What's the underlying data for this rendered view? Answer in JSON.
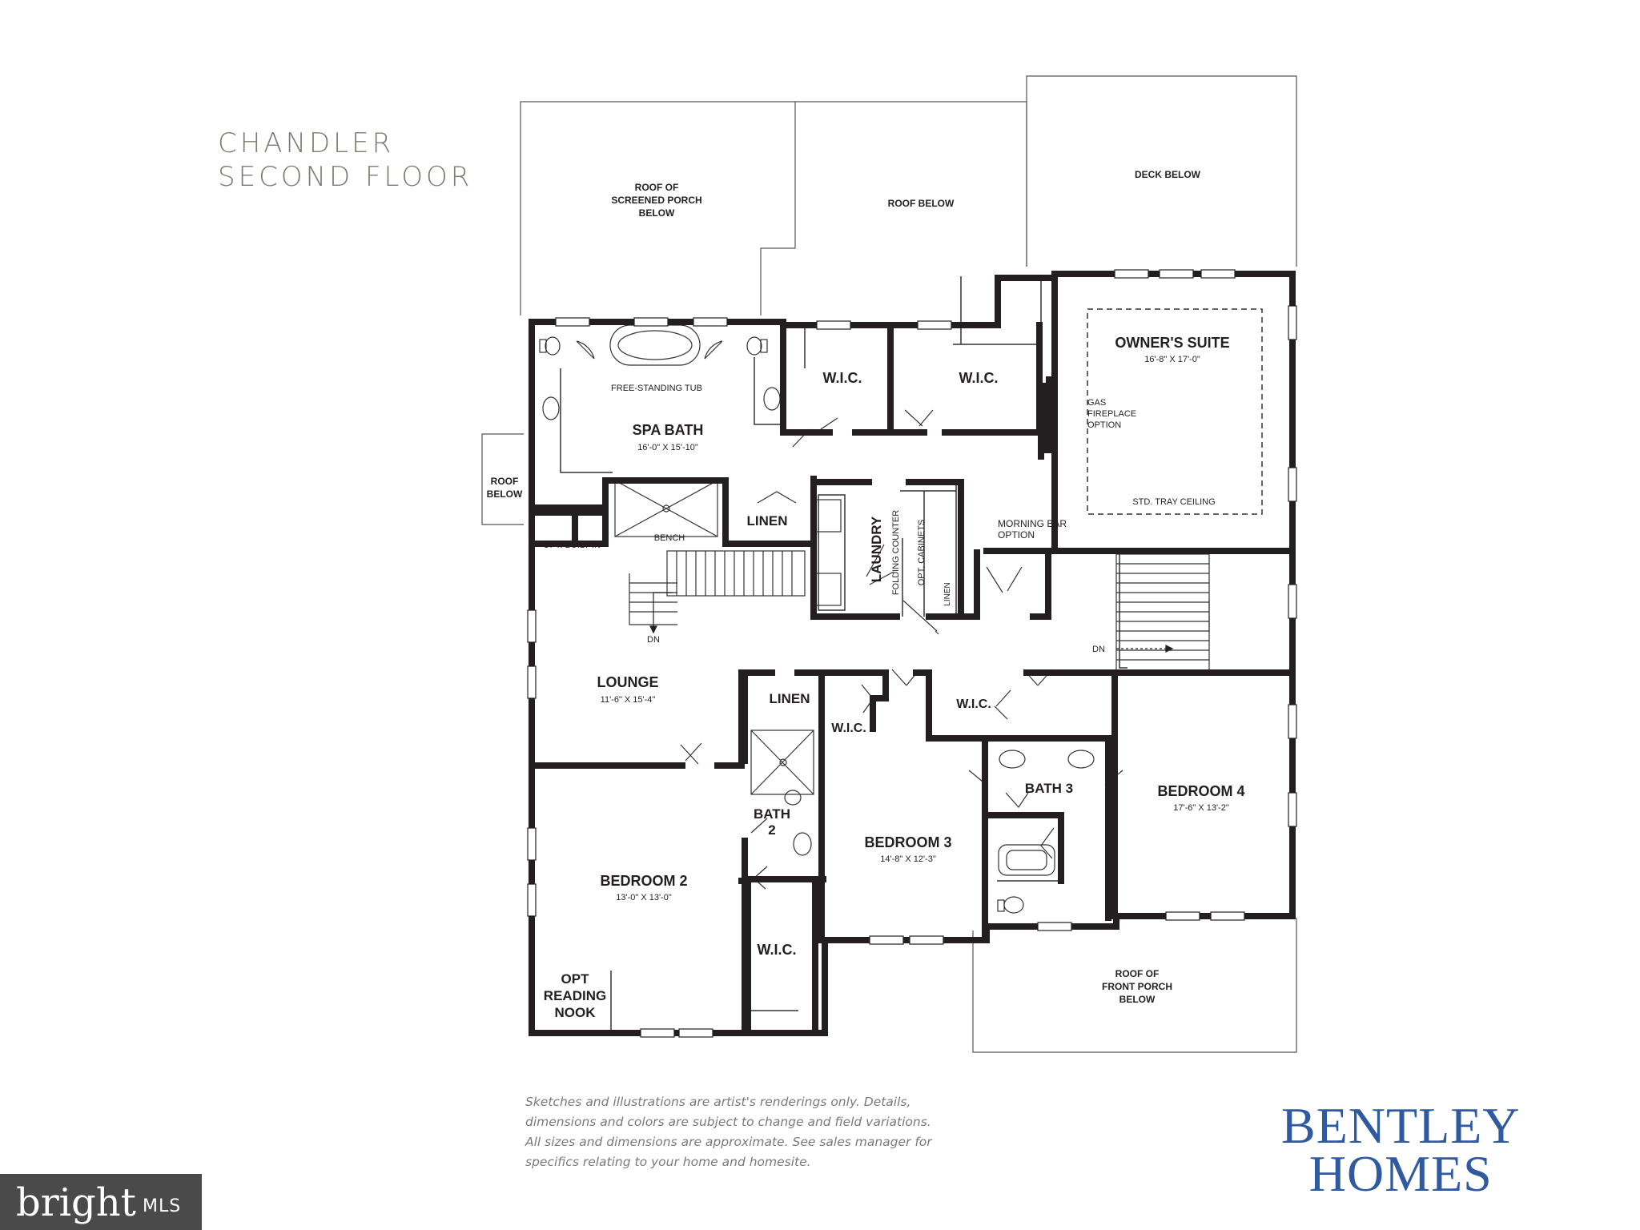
{
  "title": {
    "line1": "CHANDLER",
    "line2": "SECOND FLOOR"
  },
  "rooms": {
    "owners_suite": {
      "name": "OWNER'S SUITE",
      "dims": "16'-8\" X 17'-0\""
    },
    "spa_bath": {
      "name": "SPA BATH",
      "dims": "16'-0\" X 15'-10\""
    },
    "lounge": {
      "name": "LOUNGE",
      "dims": "11'-6\" X 15'-4\""
    },
    "bedroom2": {
      "name": "BEDROOM 2",
      "dims": "13'-0\" X 13'-0\""
    },
    "bedroom3": {
      "name": "BEDROOM 3",
      "dims": "14'-8\" X 12'-3\""
    },
    "bedroom4": {
      "name": "BEDROOM 4",
      "dims": "17'-6\" X 13'-2\""
    }
  },
  "labels": {
    "roof_screened": [
      "ROOF OF",
      "SCREENED PORCH",
      "BELOW"
    ],
    "roof_below": "ROOF BELOW",
    "deck_below": "DECK BELOW",
    "roof_below_side": [
      "ROOF",
      "BELOW"
    ],
    "roof_front": [
      "ROOF OF",
      "FRONT PORCH",
      "BELOW"
    ],
    "wic": "W.I.C.",
    "tub": "FREE-STANDING TUB",
    "linen": "LINEN",
    "bench": "BENCH",
    "opt_built_in": "OPT. BUILT-IN",
    "laundry": "LAUNDRY",
    "folding_counter": "FOLDING COUNTER",
    "opt_cabinets": "OPT. CABINETS",
    "morning_bar": [
      "MORNING BAR",
      "OPTION"
    ],
    "fireplace": [
      "GAS",
      "FIREPLACE",
      "OPTION"
    ],
    "tray_ceiling": "STD. TRAY CEILING",
    "dn": "DN",
    "bath2": [
      "BATH",
      "2"
    ],
    "bath3": "BATH 3",
    "reading_nook": [
      "OPT",
      "READING",
      "NOOK"
    ]
  },
  "disclaimer": "Sketches and illustrations are artist's renderings only. Details, dimensions and colors are subject to change and field variations. All sizes and dimensions are approximate. See sales manager for specifics relating to your home and homesite.",
  "brand": {
    "line1": "BENTLEY",
    "line2": "HOMES"
  },
  "watermark": {
    "word": "bright",
    "suffix": "MLS"
  },
  "colors": {
    "wall": "#231f20",
    "title": "#7b7d72",
    "brand": "#2f5aa0",
    "disclaimer": "#7a7a7a"
  }
}
